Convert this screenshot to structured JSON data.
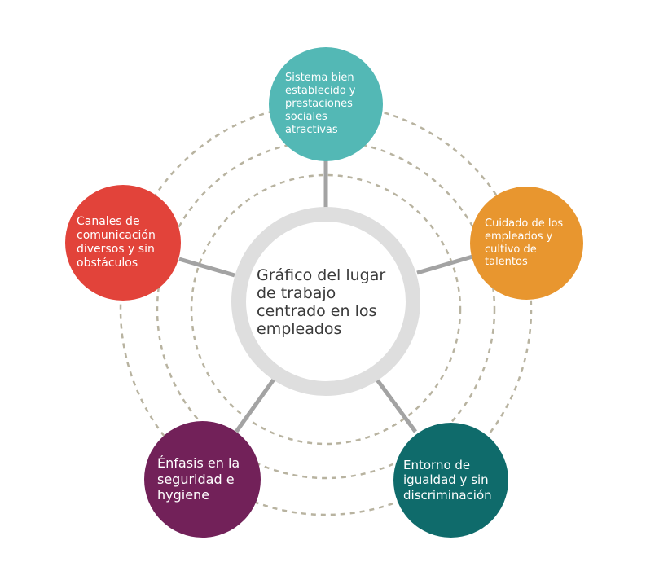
{
  "center": {
    "label": "Gráfico del lugar\nde trabajo\ncentrado en los\nempleados"
  },
  "nodes": [
    {
      "id": "top",
      "label": "Sistema bien\nestablecido y\nprestaciones\nsociales\natractivas",
      "color": "#53b8b5"
    },
    {
      "id": "right",
      "label": "Cuidado de los\nempleados y\ncultivo de\ntalentos",
      "color": "#e8962f"
    },
    {
      "id": "bottom-right",
      "label": "Entorno de\nigualdad y sin\ndiscriminación",
      "color": "#0f6b6b"
    },
    {
      "id": "bottom-left",
      "label": "Énfasis en la\nseguridad e\nhygiene",
      "color": "#722159"
    },
    {
      "id": "left",
      "label": "Canales de\ncomunicación\ndiversos y sin\nobstáculos",
      "color": "#e2433a"
    }
  ],
  "colors": {
    "ring": "#dedede",
    "connector": "#a3a3a3",
    "dashed_rings": "#b8b3a0"
  }
}
